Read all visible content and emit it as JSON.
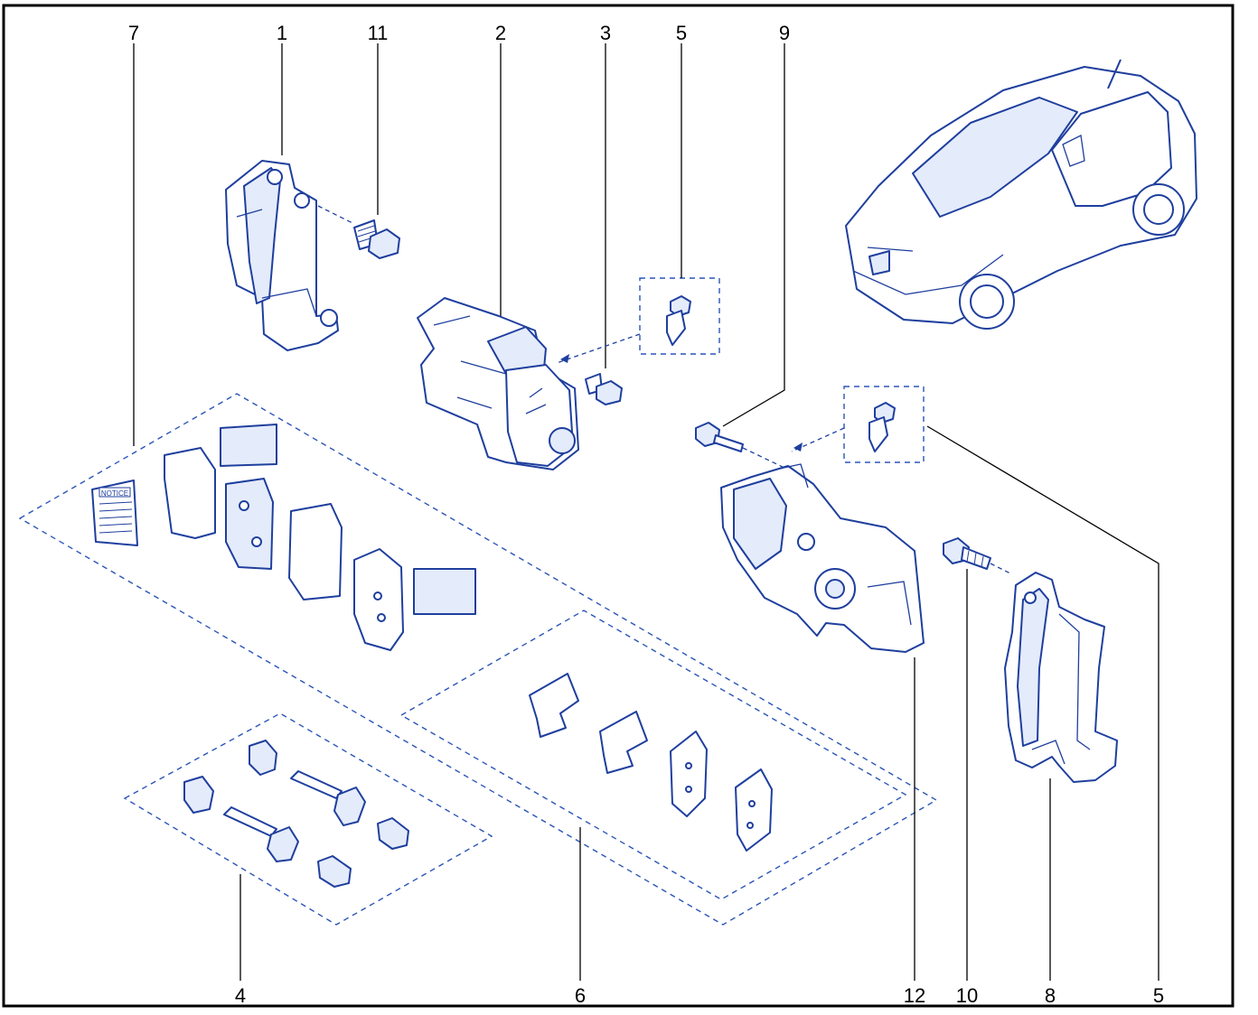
{
  "callouts": {
    "c1": "1",
    "c2": "2",
    "c3": "3",
    "c4": "4",
    "c5_top": "5",
    "c5_bottom": "5",
    "c6": "6",
    "c7": "7",
    "c8": "8",
    "c9": "9",
    "c10": "10",
    "c11": "11",
    "c12": "12"
  },
  "notice_label": "NOTICE",
  "colors": {
    "line_art": "#1f3f9e",
    "dashed_group": "#2b55b8",
    "frame": "#000000"
  }
}
